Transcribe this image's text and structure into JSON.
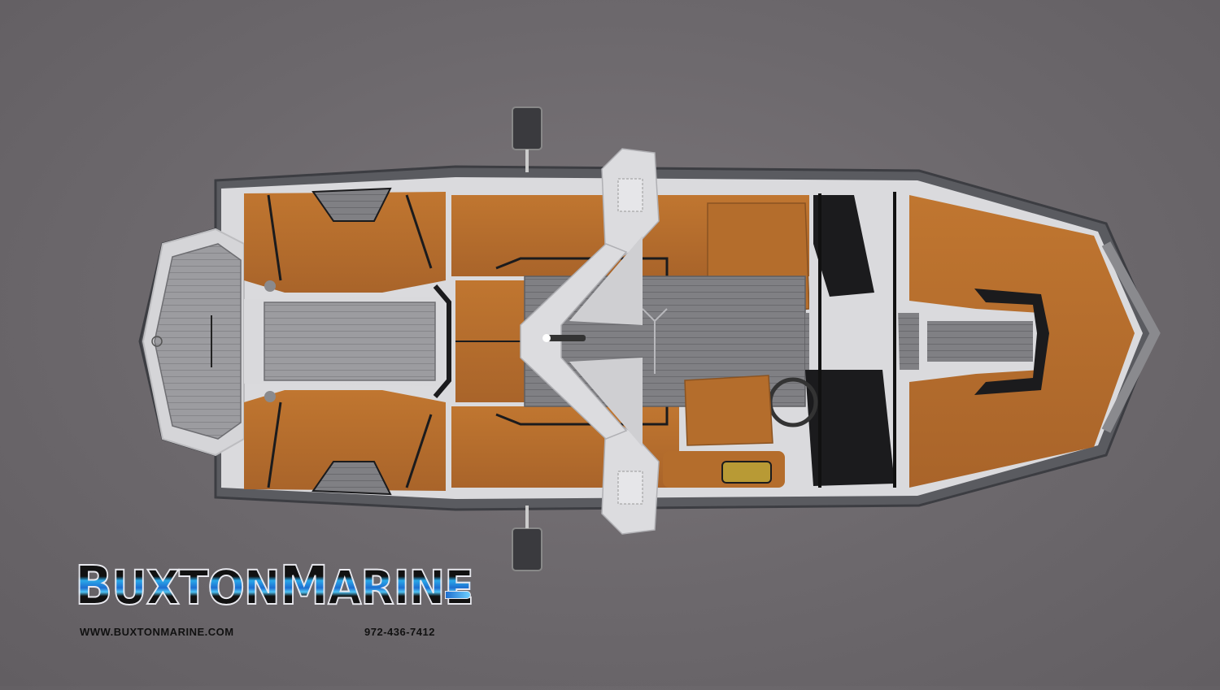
{
  "scene": {
    "description": "Top-down 3D render of a wakeboard boat with tan/orange upholstery, gray non-skid decking, white wakeboard tower, and dealer watermark",
    "colors": {
      "background": "#6c686c",
      "upholstery": "#b8702e",
      "upholstery_shade": "#9a5c24",
      "deck": "#7f7f83",
      "deck_light": "#a5a5a9",
      "hull_trim": "#d9d9dc",
      "hull_gunwale": "#55565b",
      "tower": "#dcdcdf",
      "dark_accent": "#1b1b1d",
      "logo_blue": "#2a9de6"
    }
  },
  "logo": {
    "word_first_letter": "B",
    "word_rest_1": "UXTON",
    "word_second_letter": "M",
    "word_rest_2": "ARINE",
    "url": "WWW.BUXTONMARINE.COM",
    "phone": "972-436-7412"
  }
}
